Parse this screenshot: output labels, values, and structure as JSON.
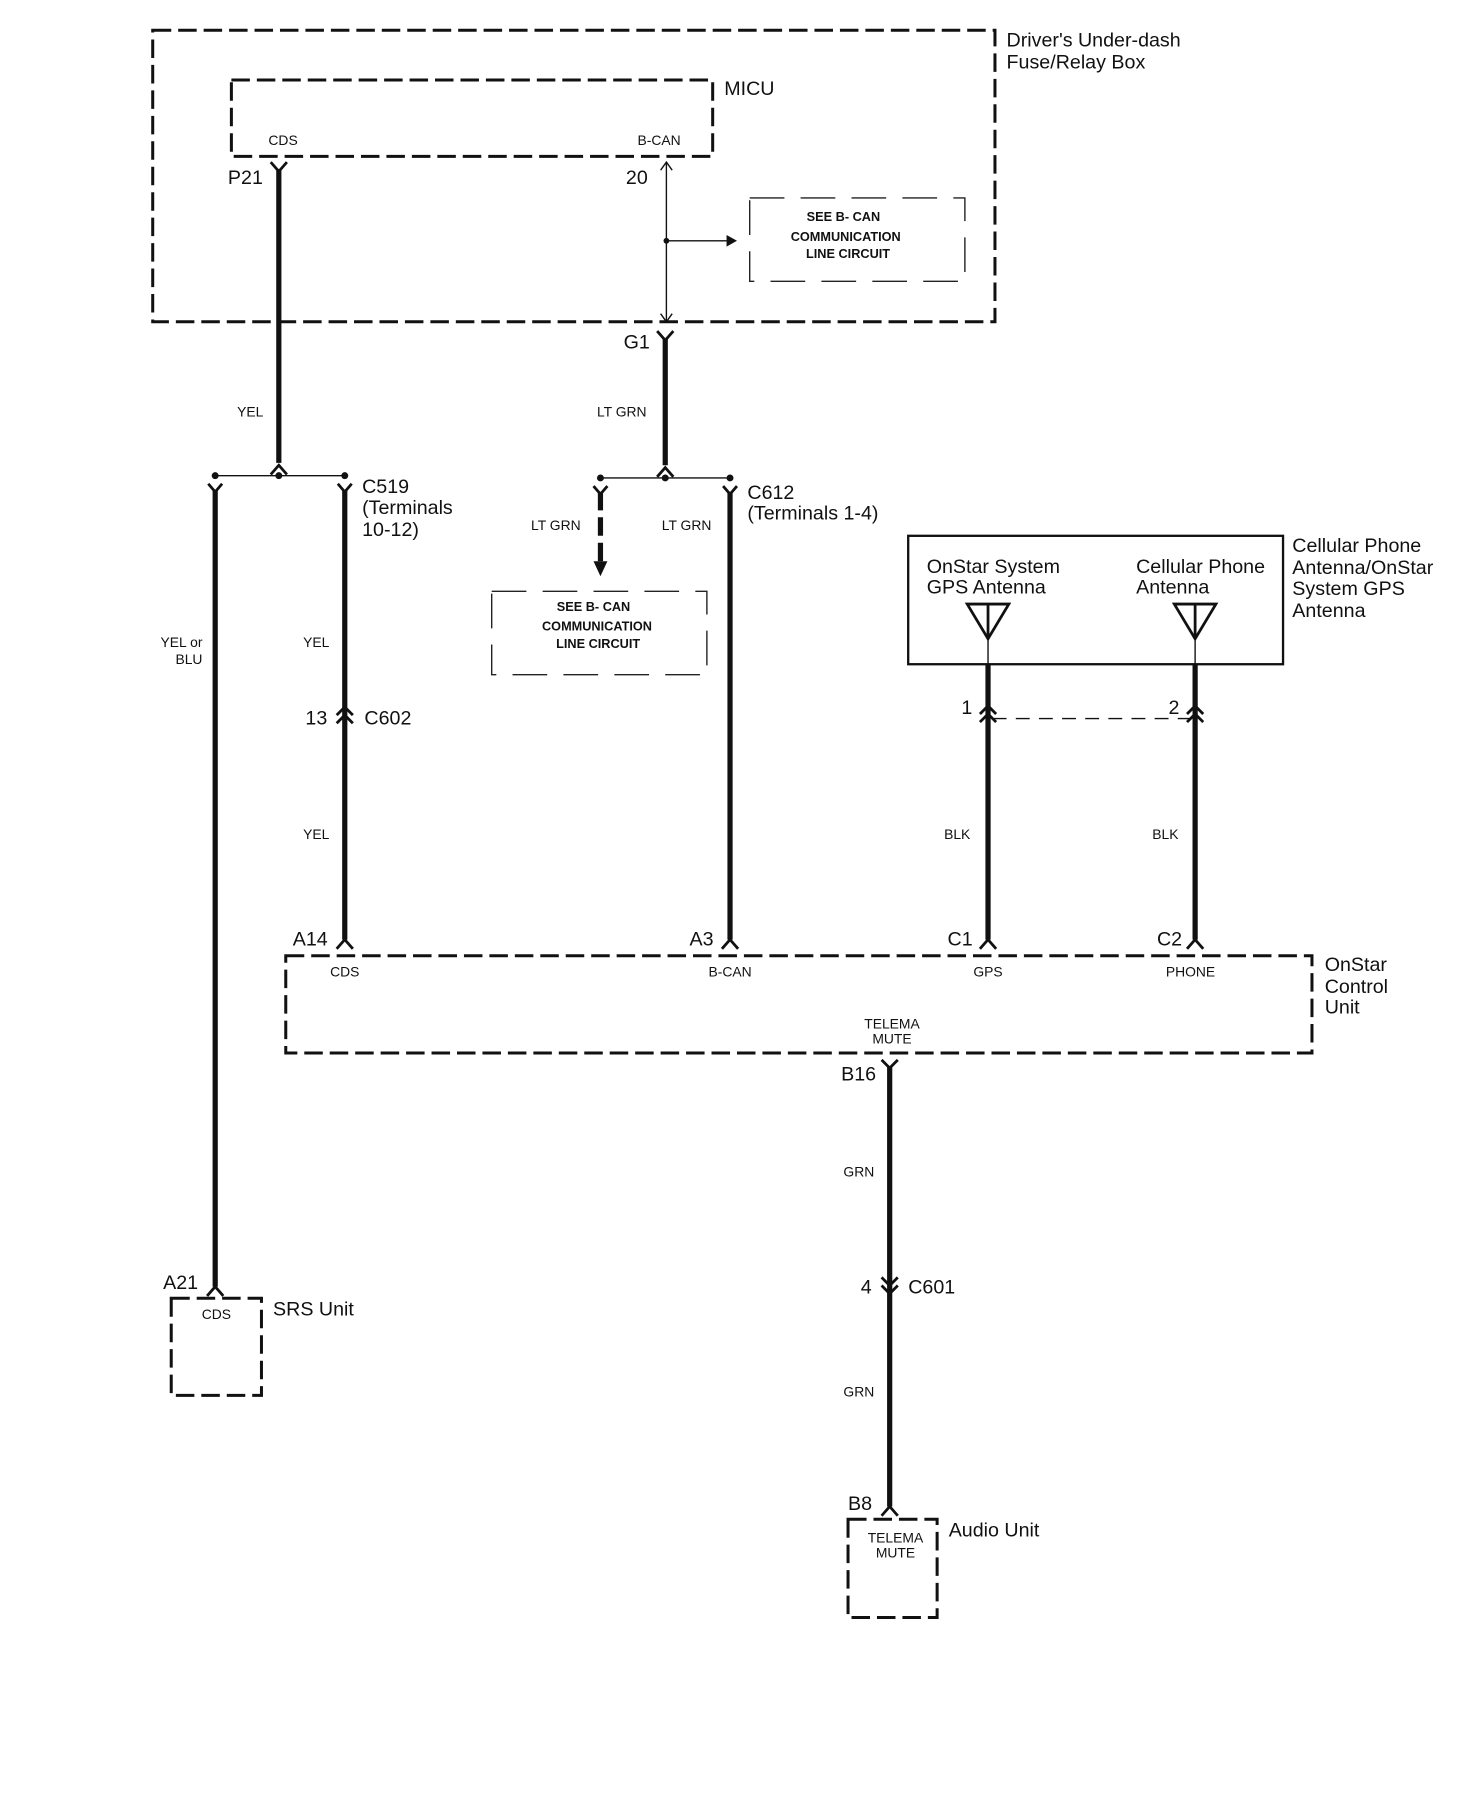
{
  "components": {
    "fuse_box": {
      "label_lines": [
        "Driver's Under-dash",
        "Fuse/Relay Box"
      ]
    },
    "micu": {
      "label": "MICU",
      "pins": {
        "cds": "CDS",
        "bcan": "B-CAN"
      }
    },
    "see_bcan_note": {
      "lines": [
        "SEE B- CAN",
        "COMMUNICATION",
        "LINE CIRCUIT"
      ]
    },
    "antenna_assembly": {
      "label_lines": [
        "Cellular Phone",
        "Antenna/OnStar",
        "System GPS",
        "Antenna"
      ],
      "gps_antenna_lines": [
        "OnStar System",
        "GPS Antenna"
      ],
      "phone_antenna_lines": [
        "Cellular Phone",
        "Antenna"
      ]
    },
    "onstar_unit": {
      "label_lines": [
        "OnStar",
        "Control",
        "Unit"
      ],
      "pins": {
        "cds": "CDS",
        "bcan": "B-CAN",
        "gps": "GPS",
        "phone": "PHONE",
        "telema_mute_lines": [
          "TELEMA",
          "MUTE"
        ]
      }
    },
    "srs_unit": {
      "label": "SRS Unit",
      "pin": "CDS"
    },
    "audio_unit": {
      "label": "Audio Unit",
      "pin_lines": [
        "TELEMA",
        "MUTE"
      ]
    }
  },
  "terminals": {
    "p21": "P21",
    "t20": "20",
    "g1": "G1",
    "a14": "A14",
    "a3": "A3",
    "c1": "C1",
    "c2": "C2",
    "b16": "B16",
    "a21": "A21",
    "b8": "B8",
    "ant1": "1",
    "ant2": "2",
    "c602_pin": "13",
    "c601_pin": "4"
  },
  "connectors": {
    "c519": {
      "name": "C519",
      "detail_lines": [
        "(Terminals",
        "10-12)"
      ]
    },
    "c612": {
      "name": "C612",
      "detail": "(Terminals 1-4)"
    },
    "c602": "C602",
    "c601": "C601"
  },
  "wire_colors": {
    "yel_top": "YEL",
    "ltgrn_top": "LT GRN",
    "yel_or_blu_lines": [
      "YEL or",
      "BLU"
    ],
    "yel_mid": "YEL",
    "yel_low": "YEL",
    "ltgrn_left": "LT GRN",
    "ltgrn_right": "LT GRN",
    "blk_gps": "BLK",
    "blk_phone": "BLK",
    "grn_upper": "GRN",
    "grn_lower": "GRN"
  }
}
